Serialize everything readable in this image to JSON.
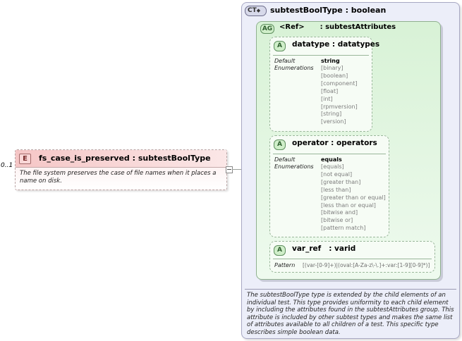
{
  "element": {
    "badge": "E",
    "occurs": "0..1",
    "title": "fs_case_is_preserved : subtestBoolType",
    "description": "The file system preserves the case of file names when it places a name on disk."
  },
  "complex_type": {
    "badge": "CT",
    "title": "subtestBoolType : boolean",
    "description": "The subtestBoolType type is extended by the child elements of an individual test.  This type provides uniformity to each child element by including the attributes found in the subtestAttributes group.  This attribute is included by other subtest types and makes the same list of attributes available to all children of a test.  This specific type describes simple boolean data."
  },
  "attribute_group": {
    "badge": "AG",
    "ref": "<Ref>",
    "title": ": subtestAttributes"
  },
  "attributes": [
    {
      "badge": "A",
      "title": "datatype : datatypes",
      "default_label": "Default",
      "enum_label": "Enumerations",
      "default": "string",
      "enumerations": [
        "[binary]",
        "[boolean]",
        "[component]",
        "[float]",
        "[int]",
        "[rpmversion]",
        "[string]",
        "[version]"
      ]
    },
    {
      "badge": "A",
      "title": "operator : operators",
      "default_label": "Default",
      "enum_label": "Enumerations",
      "default": "equals",
      "enumerations": [
        "[equals]",
        "[not equal]",
        "[greater than]",
        "[less than]",
        "[greater than or equal]",
        "[less than or equal]",
        "[bitwise and]",
        "[bitwise or]",
        "[pattern match]"
      ]
    },
    {
      "badge": "A",
      "title": "var_ref   : varid",
      "pattern_label": "Pattern",
      "pattern": "[(var-[0-9]+)|(oval:[A-Za-z\\-\\.]+:var:[1-9][0-9]*)]"
    }
  ]
}
